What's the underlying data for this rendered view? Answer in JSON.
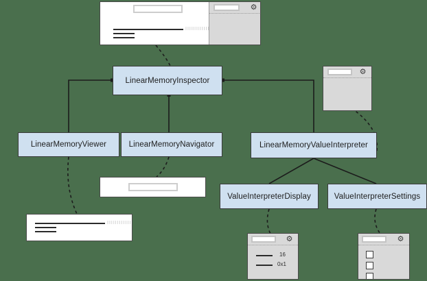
{
  "diagram": {
    "title": "Linear Memory Inspector component architecture",
    "background_color": "#4a6f4d",
    "node_fill": "#cfe0f0",
    "node_border": "#3a3a3a",
    "nodes": [
      {
        "id": "inspector",
        "label": "LinearMemoryInspector"
      },
      {
        "id": "viewer",
        "label": "LinearMemoryViewer"
      },
      {
        "id": "navigator",
        "label": "LinearMemoryNavigator"
      },
      {
        "id": "interpreter",
        "label": "LinearMemoryValueInterpreter"
      },
      {
        "id": "display",
        "label": "ValueInterpreterDisplay"
      },
      {
        "id": "settings",
        "label": "ValueInterpreterSettings"
      }
    ],
    "edges": [
      {
        "from": "inspector",
        "to": "viewer",
        "style": "solid"
      },
      {
        "from": "inspector",
        "to": "navigator",
        "style": "solid"
      },
      {
        "from": "inspector",
        "to": "interpreter",
        "style": "solid"
      },
      {
        "from": "interpreter",
        "to": "display",
        "style": "solid"
      },
      {
        "from": "interpreter",
        "to": "settings",
        "style": "solid"
      },
      {
        "from": "mockup-inspector",
        "to": "inspector",
        "style": "dashed"
      },
      {
        "from": "mockup-interpreter-panel",
        "to": "interpreter",
        "style": "dashed"
      },
      {
        "from": "viewer",
        "to": "mockup-viewer",
        "style": "dashed"
      },
      {
        "from": "navigator",
        "to": "mockup-navigator",
        "style": "dashed"
      },
      {
        "from": "display",
        "to": "mockup-display",
        "style": "dashed"
      },
      {
        "from": "settings",
        "to": "mockup-settings",
        "style": "dashed"
      }
    ]
  },
  "mockups": {
    "inspector": {
      "name": "mockup-inspector",
      "panel_fill": "#ffffff",
      "side_panel_fill": "#d9d9d9",
      "gear_icon": "gear-icon",
      "search_field_value": ""
    },
    "interpreter_panel": {
      "name": "mockup-interpreter-panel",
      "panel_fill": "#d9d9d9",
      "gear_icon": "gear-icon"
    },
    "navigator": {
      "name": "mockup-navigator",
      "panel_fill": "#ffffff",
      "address_field_value": ""
    },
    "viewer": {
      "name": "mockup-viewer",
      "panel_fill": "#ffffff"
    },
    "display": {
      "name": "mockup-display",
      "panel_fill": "#d9d9d9",
      "gear_icon": "gear-icon",
      "rows": [
        {
          "label": "",
          "value": "16"
        },
        {
          "label": "",
          "value": "0x1"
        }
      ]
    },
    "settings": {
      "name": "mockup-settings",
      "panel_fill": "#d9d9d9",
      "gear_icon": "gear-icon",
      "checkbox_count": 3
    }
  }
}
